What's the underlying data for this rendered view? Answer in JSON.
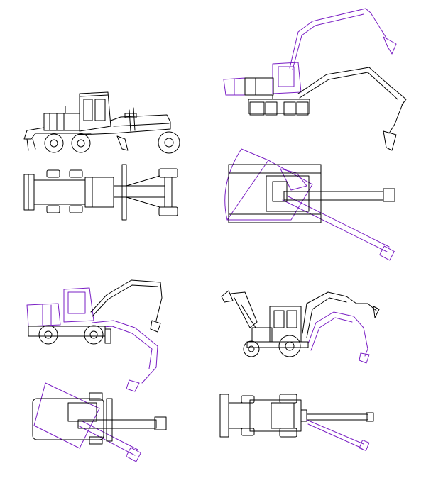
{
  "colors": {
    "background": "#ffffff",
    "outline": "#000000",
    "movement_overlay": "#7a1fc4"
  },
  "drawings": [
    {
      "id": "motor-grader-side",
      "view": "side"
    },
    {
      "id": "motor-grader-top",
      "view": "top"
    },
    {
      "id": "crawler-excavator-side",
      "view": "side"
    },
    {
      "id": "crawler-excavator-top",
      "view": "top"
    },
    {
      "id": "wheeled-excavator-side",
      "view": "side"
    },
    {
      "id": "wheeled-excavator-top",
      "view": "top"
    },
    {
      "id": "backhoe-loader-side",
      "view": "side"
    },
    {
      "id": "backhoe-loader-top",
      "view": "top"
    }
  ]
}
